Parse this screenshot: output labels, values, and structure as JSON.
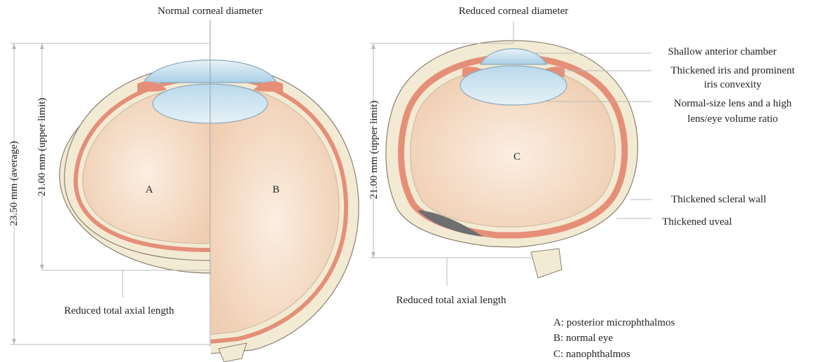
{
  "left_figure": {
    "top_label": "Normal corneal diameter",
    "dim_outer": "23.50 mm (average)",
    "dim_inner": "21.00 mm (upper limit)",
    "letter_a": "A",
    "letter_b": "B",
    "bottom_label": "Reduced total axial length"
  },
  "right_figure": {
    "top_label": "Reduced corneal diameter",
    "dim": "21.00 mm (upper limit)",
    "letter_c": "C",
    "bottom_label": "Reduced total axial length",
    "annotations": {
      "anterior_chamber": "Shallow anterior chamber",
      "iris_line1": "Thickened iris and prominent",
      "iris_line2": "iris convexity",
      "lens_line1": "Normal-size lens and a high",
      "lens_line2": "lens/eye volume ratio",
      "scleral": "Thickened scleral wall",
      "uveal": "Thickened uveal"
    }
  },
  "legend": {
    "a": "A: posterior microphthalmos",
    "b": "B: normal eye",
    "c": "C: nanophthalmos"
  },
  "colors": {
    "sclera": "#f3ead3",
    "sclera_edge": "#8a7f70",
    "choroid": "#e58f78",
    "vitreous": "#f3d7c0",
    "cornea": "#c4dfee",
    "lens": "#d8eaf3",
    "guide": "#b9b9b9"
  }
}
